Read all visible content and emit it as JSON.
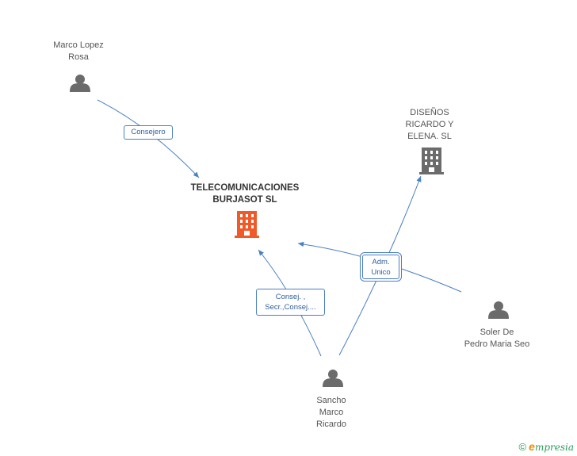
{
  "nodes": {
    "marco": {
      "label": "Marco Lopez\nRosa"
    },
    "telecom": {
      "label": "TELECOMUNICACIONES\nBURJASOT SL"
    },
    "disenos": {
      "label": "DISEÑOS\nRICARDO Y\nELENA. SL"
    },
    "soler": {
      "label": "Soler De\nPedro Maria Seo"
    },
    "sancho": {
      "label": "Sancho\nMarco\nRicardo"
    }
  },
  "edges": {
    "consejero": "Consejero",
    "consej": "Consej. ,\nSecr.,Consej....",
    "adm": "Adm.\nUnico"
  },
  "colors": {
    "person": "#6b6b6b",
    "company": "#6b6b6b",
    "company_main": "#f05a28",
    "edge": "#4a7fc1"
  },
  "footer": {
    "copyright": "©",
    "brand_e": "e",
    "brand_rest": "mpresia"
  }
}
